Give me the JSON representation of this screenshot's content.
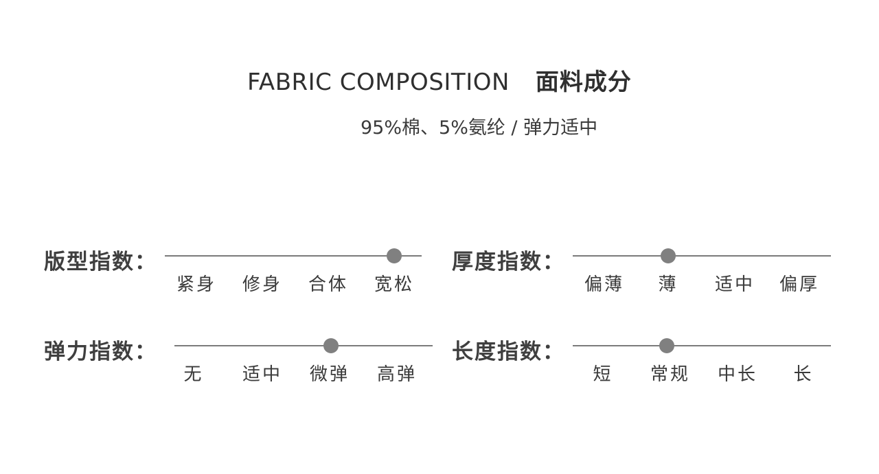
{
  "header": {
    "title_en": "FABRIC COMPOSITION",
    "title_cn": "面料成分",
    "composition": "95%棉、5%氨纶 / 弹力适中"
  },
  "indicators": {
    "fit": {
      "label": "版型指数：",
      "options": [
        "紧身",
        "修身",
        "合体",
        "宽松"
      ],
      "selected": "宽松",
      "level": 0.88
    },
    "thickness": {
      "label": "厚度指数：",
      "options": [
        "偏薄",
        "薄",
        "适中",
        "偏厚"
      ],
      "selected": "薄",
      "level": 0.37
    },
    "elasticity": {
      "label": "弹力指数：",
      "options": [
        "无",
        "适中",
        "微弹",
        "高弹"
      ],
      "selected": "微弹",
      "level": 0.6
    },
    "length": {
      "label": "长度指数：",
      "options": [
        "短",
        "常规",
        "中长",
        "长"
      ],
      "selected": "常规",
      "level": 0.37
    }
  },
  "colors": {
    "text": "#3a3a3a",
    "track": "#7a7a7a",
    "dot": "#808080"
  }
}
